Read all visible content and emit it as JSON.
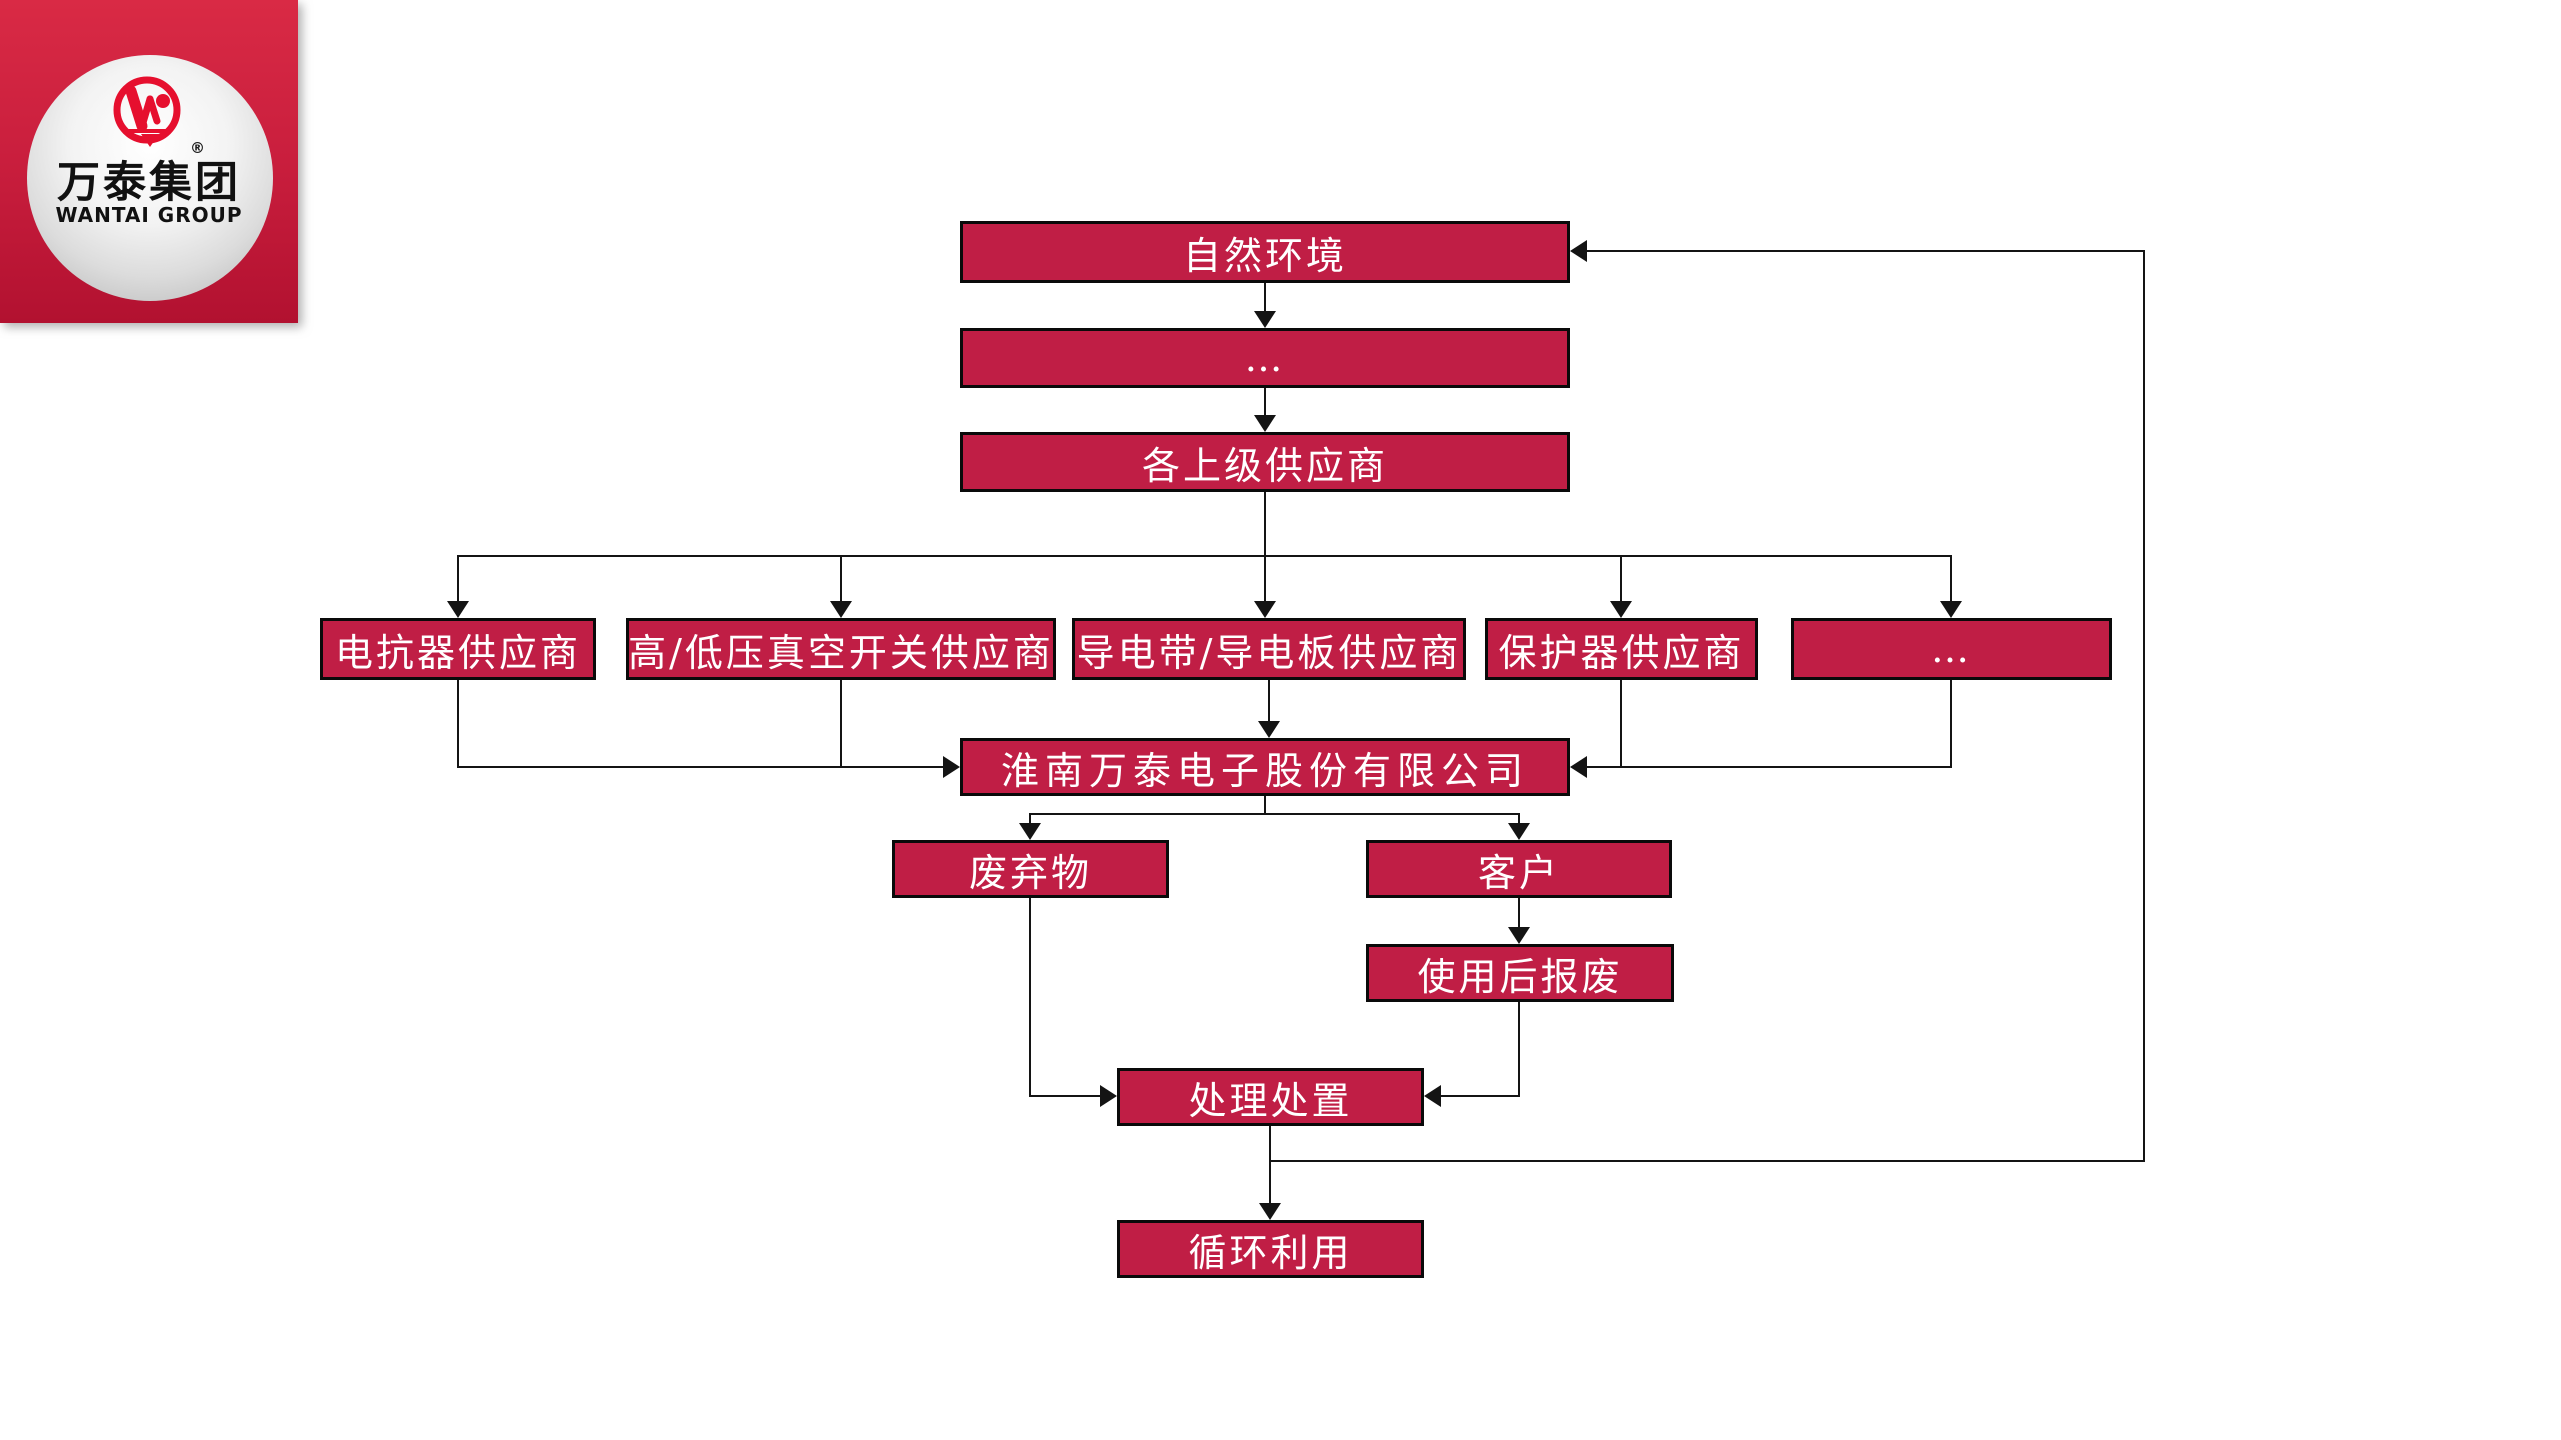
{
  "page": {
    "background_color": "#ffffff"
  },
  "logo": {
    "brand_cn": "万泰集团",
    "brand_en": "WANTAI GROUP",
    "registered_mark": "®",
    "square_gradient_top": "#d92a45",
    "square_gradient_bottom": "#b21130",
    "mark_color": "#e60f2e"
  },
  "diagram": {
    "box_fill": "#c01e45",
    "box_border": "#0a0a0a",
    "box_text_color": "#ffffff",
    "connector_color": "#141414",
    "nodes": {
      "nature": {
        "label": "自然环境"
      },
      "upstream_ellipsis": {
        "label": "…"
      },
      "upper_suppliers": {
        "label": "各上级供应商"
      },
      "reactor_supplier": {
        "label": "电抗器供应商"
      },
      "vacuum_switch_supplier": {
        "label": "高/低压真空开关供应商"
      },
      "conductive_supplier": {
        "label": "导电带/导电板供应商"
      },
      "protector_supplier": {
        "label": "保护器供应商"
      },
      "suppliers_ellipsis": {
        "label": "…"
      },
      "company": {
        "label": "淮南万泰电子股份有限公司"
      },
      "waste": {
        "label": "废弃物"
      },
      "customer": {
        "label": "客户"
      },
      "scrapped_after_use": {
        "label": "使用后报废"
      },
      "disposal": {
        "label": "处理处置"
      },
      "recycling": {
        "label": "循环利用"
      }
    }
  }
}
